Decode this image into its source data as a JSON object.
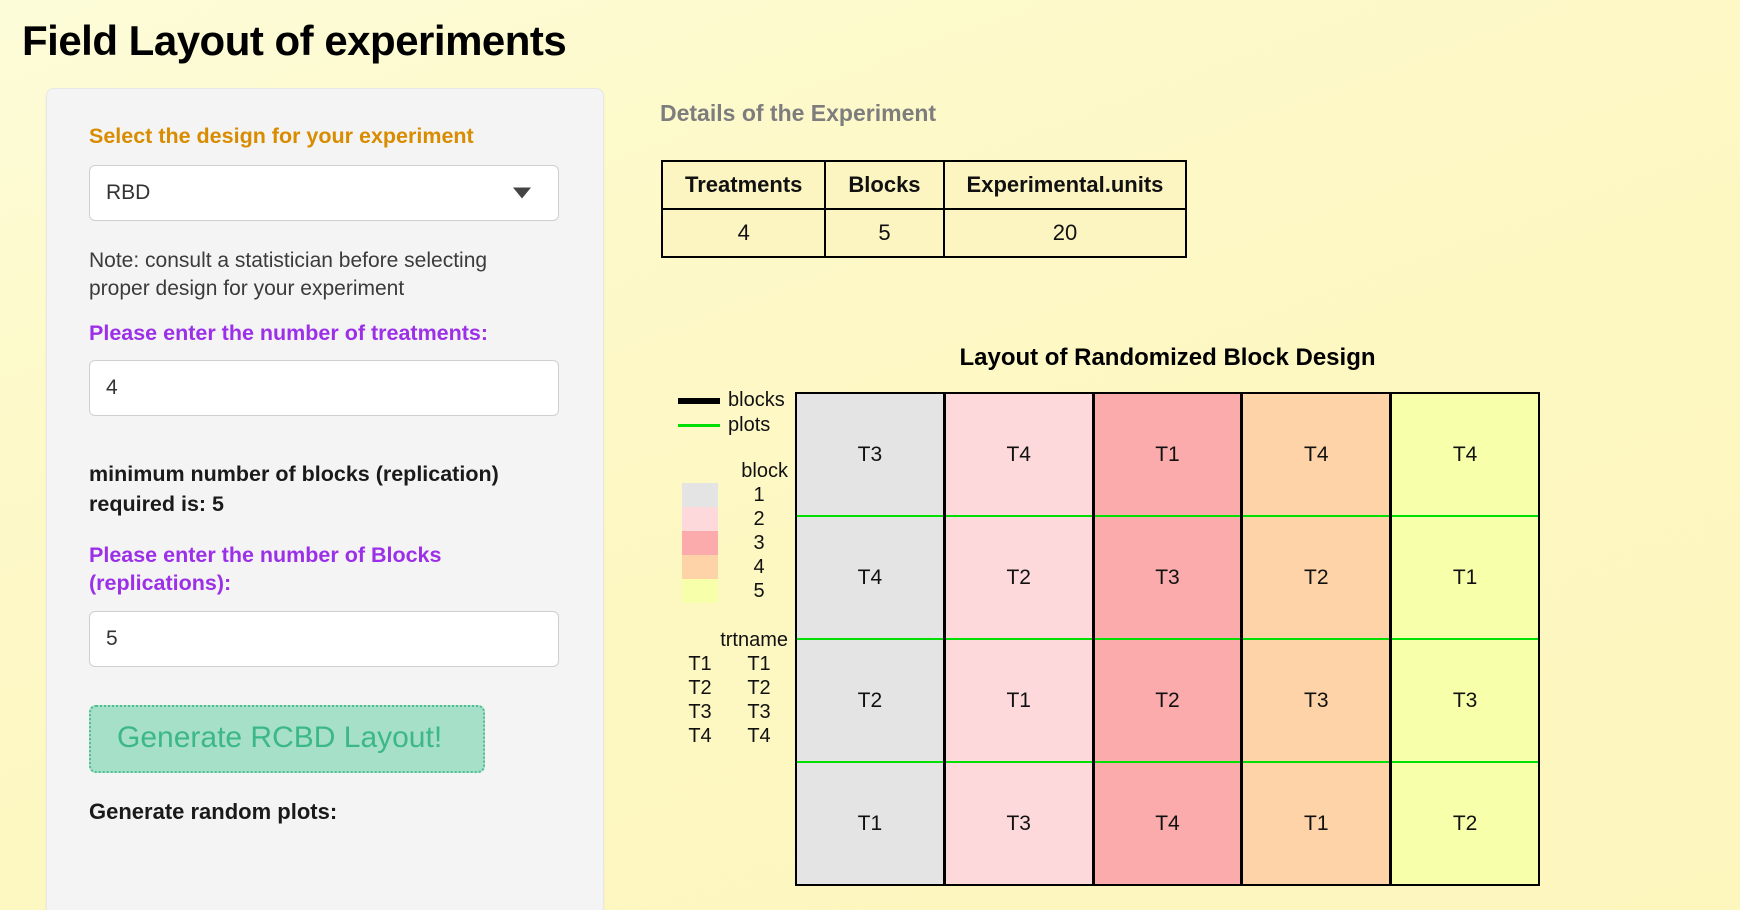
{
  "page_title": "Field Layout of experiments",
  "sidebar": {
    "design_label": "Select the design for your experiment",
    "design_selected": "RBD",
    "design_caret_icon": "chevron-down-icon",
    "note": "Note: consult a statistician before selecting proper design for your experiment",
    "treatments_label": "Please enter the number of treatments:",
    "treatments_value": "4",
    "min_blocks_note": "minimum number of blocks (replication) required is: 5",
    "blocks_label": "Please enter the number of Blocks (replications):",
    "blocks_value": "5",
    "generate_button": "Generate RCBD Layout!",
    "random_plots_label": "Generate random plots:"
  },
  "details": {
    "heading": "Details of the Experiment",
    "columns": [
      "Treatments",
      "Blocks",
      "Experimental.units"
    ],
    "rows": [
      [
        "4",
        "5",
        "20"
      ]
    ]
  },
  "chart_data": {
    "type": "table",
    "title": "Layout of Randomized Block Design",
    "xlabel": "",
    "ylabel": "",
    "grid": true,
    "legend_position": "left",
    "legend": {
      "lines": [
        {
          "name": "blocks",
          "color": "#000000",
          "width": 6
        },
        {
          "name": "plots",
          "color": "#00e000",
          "width": 3
        }
      ],
      "block_title": "block",
      "block_entries": [
        {
          "label": "1",
          "color": "#e4e4e4"
        },
        {
          "label": "2",
          "color": "#fdd9dc"
        },
        {
          "label": "3",
          "color": "#fbabab"
        },
        {
          "label": "4",
          "color": "#fdd3a7"
        },
        {
          "label": "5",
          "color": "#f8ffaa"
        }
      ],
      "trt_title": "trtname",
      "trt_entries": [
        {
          "key": "T1",
          "label": "T1"
        },
        {
          "key": "T2",
          "label": "T2"
        },
        {
          "key": "T3",
          "label": "T3"
        },
        {
          "key": "T4",
          "label": "T4"
        }
      ]
    },
    "blocks": [
      {
        "block": "1",
        "color": "#e4e4e4",
        "plots": [
          "T3",
          "T4",
          "T2",
          "T1"
        ]
      },
      {
        "block": "2",
        "color": "#fdd9dc",
        "plots": [
          "T4",
          "T2",
          "T1",
          "T3"
        ]
      },
      {
        "block": "3",
        "color": "#fbabab",
        "plots": [
          "T1",
          "T3",
          "T2",
          "T4"
        ]
      },
      {
        "block": "4",
        "color": "#fdd3a7",
        "plots": [
          "T4",
          "T2",
          "T3",
          "T1"
        ]
      },
      {
        "block": "5",
        "color": "#f8ffaa",
        "plots": [
          "T4",
          "T1",
          "T3",
          "T2"
        ]
      }
    ]
  }
}
